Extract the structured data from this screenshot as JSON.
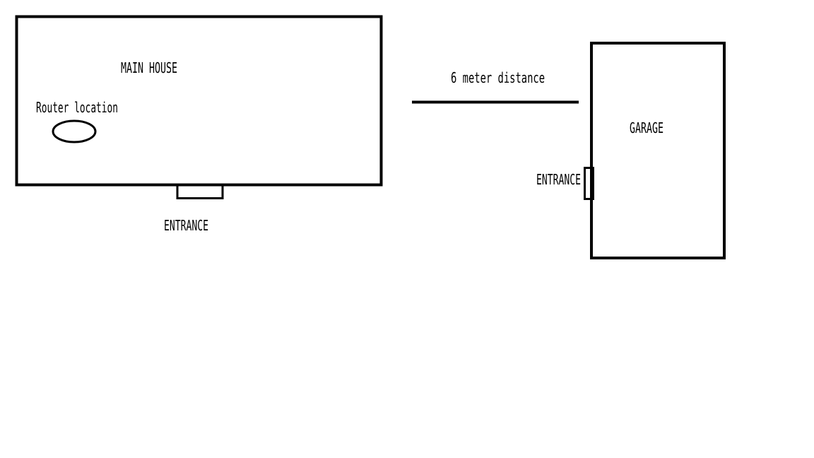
{
  "diagram": {
    "main_house": {
      "label": "MAIN HOUSE",
      "router_label": "Router location",
      "entrance_label": "ENTRANCE"
    },
    "distance": {
      "label": "6 meter distance"
    },
    "garage": {
      "label": "GARAGE",
      "entrance_label": "ENTRANCE"
    }
  },
  "colors": {
    "stroke": "#000000",
    "background": "#ffffff"
  }
}
